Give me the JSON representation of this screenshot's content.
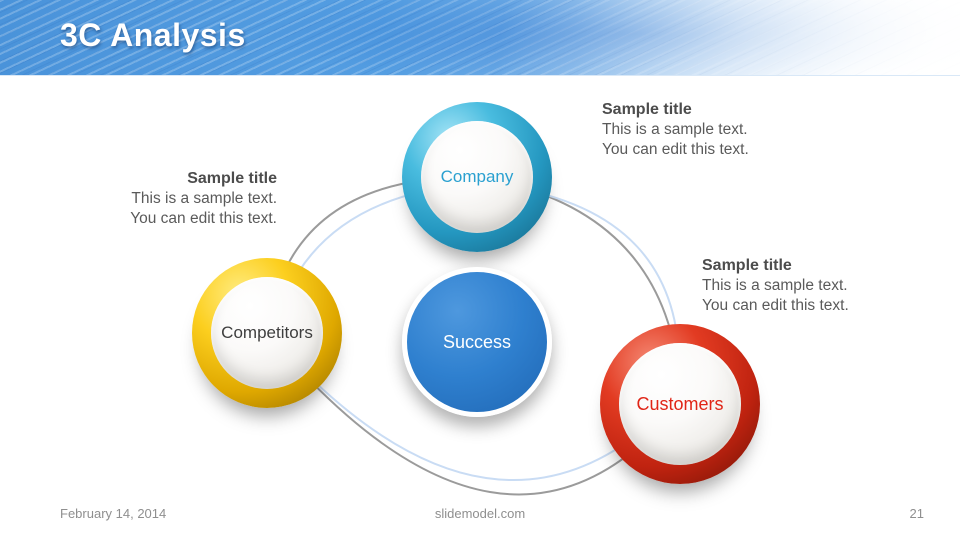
{
  "header": {
    "title": "3C Analysis"
  },
  "nodes": {
    "company": {
      "label": "Company"
    },
    "competitors": {
      "label": "Competitors"
    },
    "customers": {
      "label": "Customers"
    },
    "center": {
      "label": "Success"
    }
  },
  "annotations": {
    "left": {
      "title": "Sample title",
      "line1": "This is a sample text.",
      "line2": "You can edit this text."
    },
    "top_right": {
      "title": "Sample title",
      "line1": "This is a sample text.",
      "line2": "You can edit this text."
    },
    "bottom_right": {
      "title": "Sample title",
      "line1": "This is a sample text.",
      "line2": "You can edit this text."
    }
  },
  "footer": {
    "date": "February 14, 2014",
    "site": "slidemodel.com",
    "page": "21"
  },
  "colors": {
    "company_ring": "#2aa0d0",
    "competitors_ring": "#f2c400",
    "customers_ring": "#d93220",
    "success_fill": "#2f80cf",
    "company_label": "#2aa0d0",
    "competitors_label": "#3e3e3e",
    "customers_label": "#e02517",
    "success_label": "#ffffff",
    "curve_gray": "#9b9b9b",
    "curve_blue": "#c9dcf4",
    "annotation_text": "#5a5a5a",
    "footer_text": "#8f8f8f",
    "header_blue": "#4a93da"
  }
}
